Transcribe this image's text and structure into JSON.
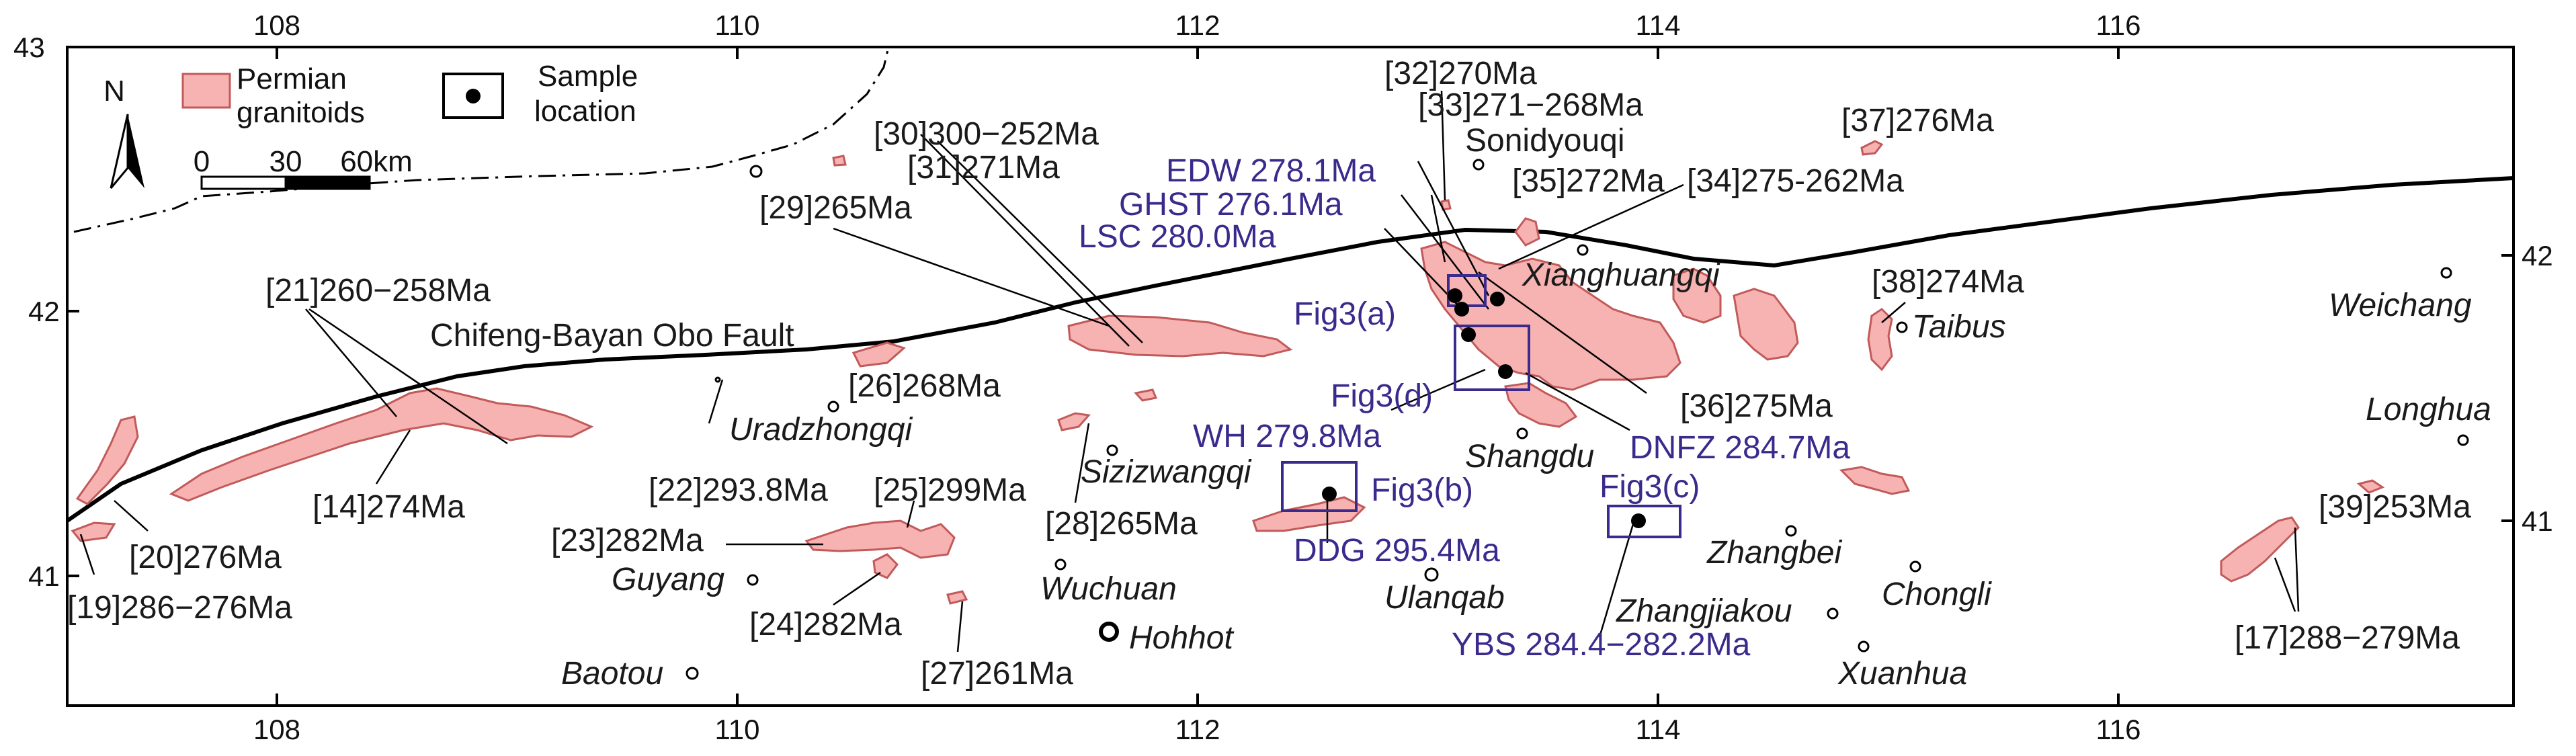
{
  "axes": {
    "longitude_ticks": [
      "108",
      "110",
      "112",
      "114",
      "116"
    ],
    "latitude_ticks_left": [
      "43",
      "42",
      "41"
    ],
    "latitude_ticks_right": [
      "42",
      "41"
    ]
  },
  "legend": {
    "granitoid_line1": "Permian",
    "granitoid_line2": "granitoids",
    "sample_line1": "Sample",
    "sample_line2": "location",
    "north": "N",
    "scale_0": "0",
    "scale_30": "30",
    "scale_60": "60km"
  },
  "fault_name": "Chifeng-Bayan Obo Fault",
  "places": [
    {
      "name": "Sonidyouqi"
    },
    {
      "name": "Xianghuangqi"
    },
    {
      "name": "Taibus"
    },
    {
      "name": "Weichang"
    },
    {
      "name": "Longhua"
    },
    {
      "name": "Uradzhongqi"
    },
    {
      "name": "Sizizwangqi"
    },
    {
      "name": "Shangdu"
    },
    {
      "name": "Guyang"
    },
    {
      "name": "Wuchuan"
    },
    {
      "name": "Ulanqab"
    },
    {
      "name": "Zhangbei"
    },
    {
      "name": "Chongli"
    },
    {
      "name": "Hohhot"
    },
    {
      "name": "Zhangjiakou"
    },
    {
      "name": "Xuanhua"
    },
    {
      "name": "Baotou"
    }
  ],
  "age_labels": [
    "[32]270Ma",
    "[33]271−268Ma",
    "[37]276Ma",
    "[30]300−252Ma",
    "[31]271Ma",
    "[35]272Ma",
    "[34]275-262Ma",
    "[29]265Ma",
    "[21]260−258Ma",
    "[38]274Ma",
    "[26]268Ma",
    "[36]275Ma",
    "[22]293.8Ma",
    "[25]299Ma",
    "[14]274Ma",
    "[20]276Ma",
    "[28]265Ma",
    "[23]282Ma",
    "[39]253Ma",
    "[19]286−276Ma",
    "[24]282Ma",
    "[27]261Ma",
    "[17]288−279Ma"
  ],
  "samples": [
    "EDW 278.1Ma",
    "GHST 276.1Ma",
    "LSC 280.0Ma",
    "WH 279.8Ma",
    "DNFZ 284.7Ma",
    "DDG 295.4Ma",
    "YBS 284.4−282.2Ma"
  ],
  "figure_boxes": [
    "Fig3(a)",
    "Fig3(d)",
    "Fig3(b)",
    "Fig3(c)"
  ],
  "colors": {
    "granitoid_fill": "#f7b2b2",
    "granitoid_stroke": "#c25a5a",
    "sample_label": "#3b2a8c",
    "figure_box": "#3b2a8c"
  }
}
